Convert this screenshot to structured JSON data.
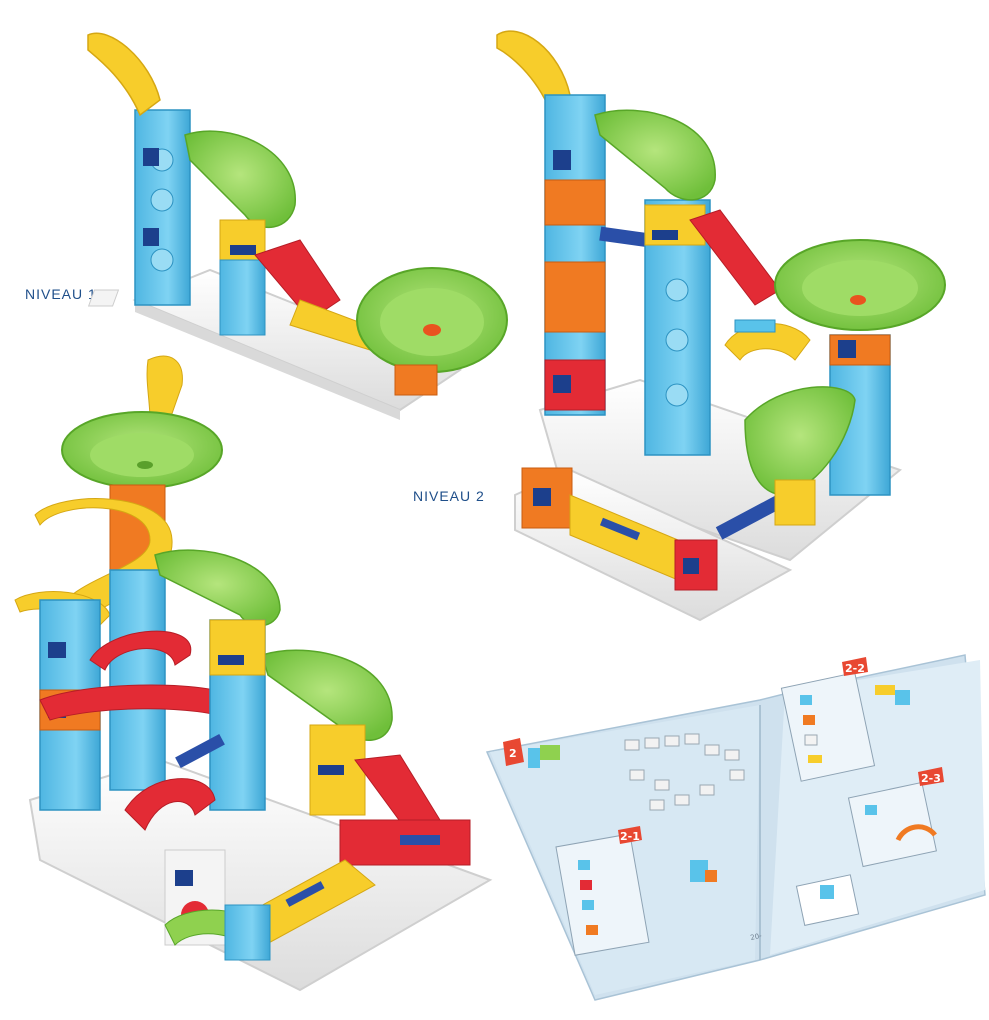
{
  "labels": {
    "level1": "NIVEAU 1",
    "level2": "NIVEAU 2"
  },
  "booklet": {
    "steps": [
      "2",
      "2-1",
      "2-2",
      "2-3"
    ],
    "page_number": "20-"
  },
  "colors": {
    "blue": "#59c3ea",
    "green": "#8fd14f",
    "yellow": "#f7cd2b",
    "red": "#e32b35",
    "orange": "#f07a22",
    "white_base": "#f3f3f3",
    "navy": "#1c3f8c",
    "booklet_bg": "#d7e8f3",
    "booklet_tab": "#e84832"
  }
}
